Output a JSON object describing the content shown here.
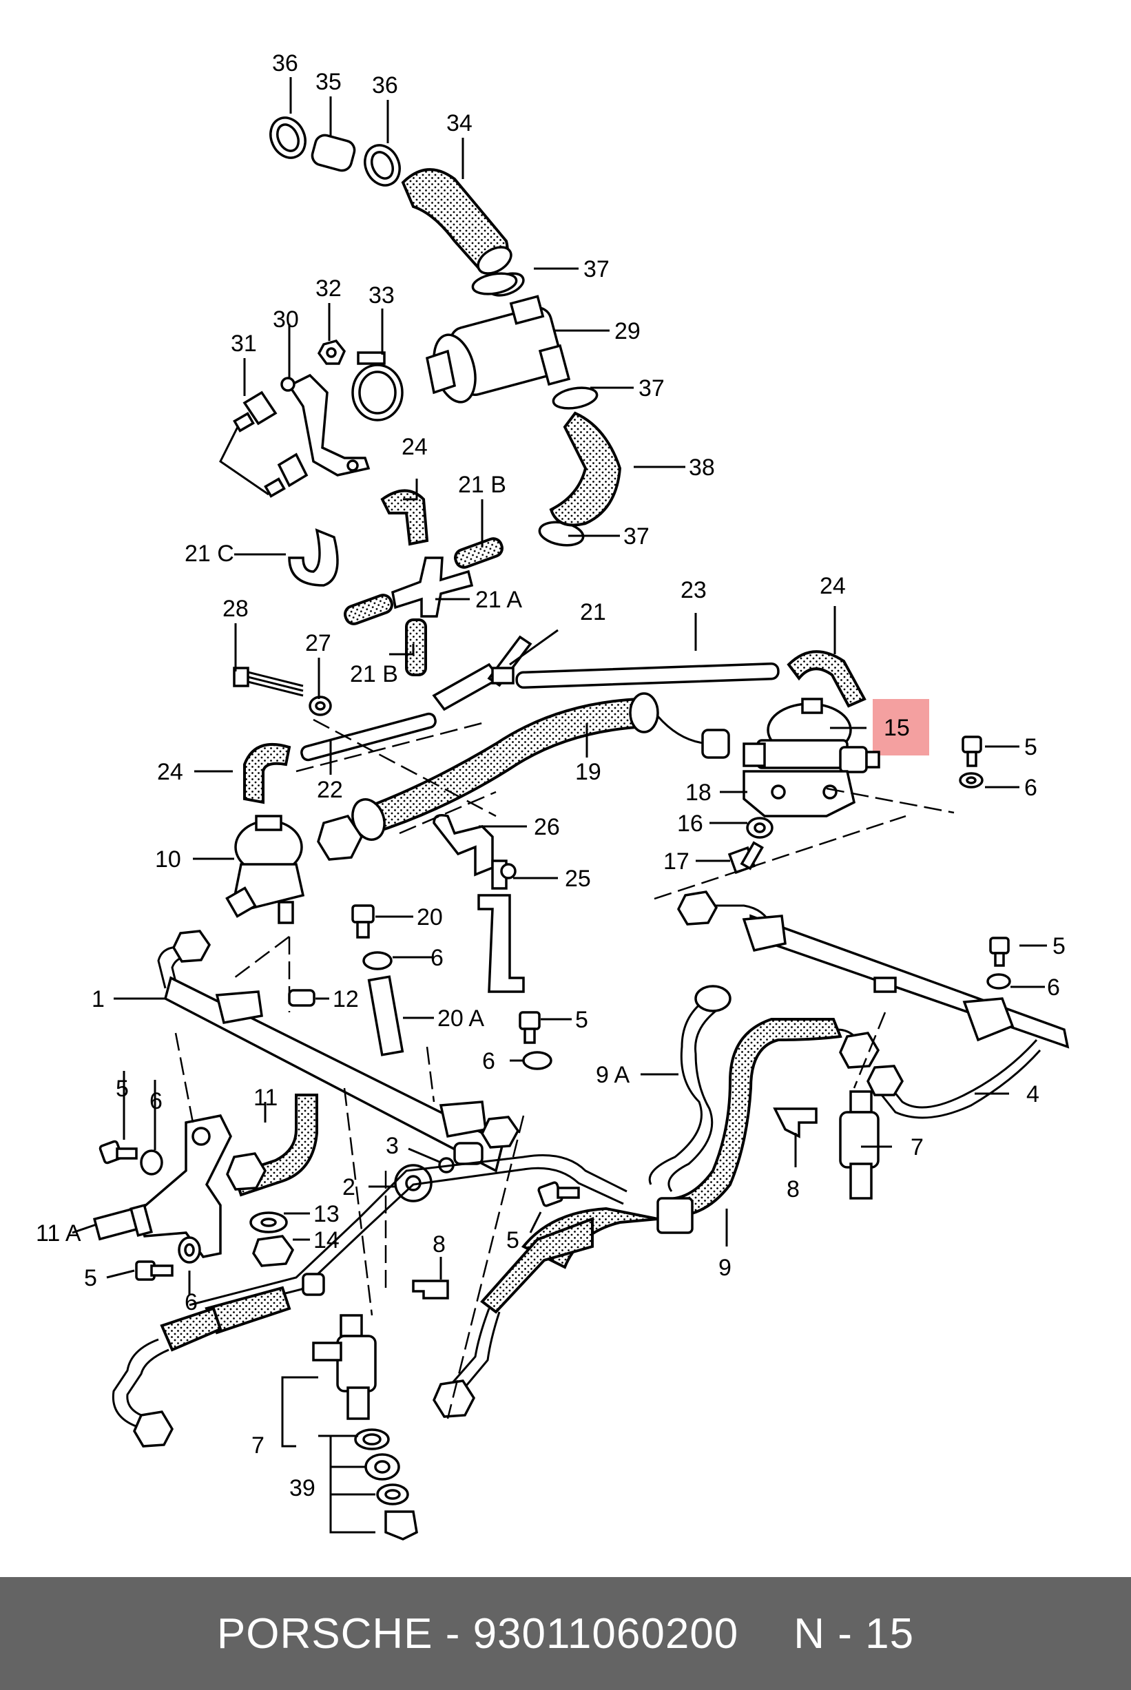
{
  "labels": {
    "l36a": "36",
    "l35": "35",
    "l36b": "36",
    "l34": "34",
    "l37a": "37",
    "l32": "32",
    "l33": "33",
    "l30": "30",
    "l31": "31",
    "l29": "29",
    "l37b": "37",
    "l24a": "24",
    "l21B_top": "21 B",
    "l38": "38",
    "l37c": "37",
    "l21C": "21 C",
    "l21A": "21 A",
    "l28": "28",
    "l27": "27",
    "l21": "21",
    "l23": "23",
    "l24b": "24",
    "l21B_bot": "21 B",
    "l15": "15",
    "l24c": "24",
    "l22": "22",
    "l19": "19",
    "l5a": "5",
    "l6a": "6",
    "l18": "18",
    "l16": "16",
    "l26": "26",
    "l10": "10",
    "l17": "17",
    "l25": "25",
    "l20": "20",
    "l6b": "6",
    "l5b": "5",
    "l6c": "6",
    "l1": "1",
    "l12": "12",
    "l20A": "20 A",
    "l5c": "5",
    "l9A": "9 A",
    "l6d": "6",
    "l4": "4",
    "l5d": "5",
    "l6e": "6",
    "l11": "11",
    "l7a": "7",
    "l3": "3",
    "l8a": "8",
    "l2": "2",
    "l13": "13",
    "l11A": "11 A",
    "l14": "14",
    "l5e": "5",
    "l9": "9",
    "l5f": "5",
    "l6f": "6",
    "l8b": "8",
    "l7b": "7",
    "l39": "39"
  },
  "highlight": {
    "label": "15",
    "color": "#f4a0a0"
  },
  "footer": {
    "brand": "PORSCHE - 93011060200",
    "page": "N - 15"
  },
  "colors": {
    "footer_bg": "#646464",
    "footer_text": "#ffffff",
    "highlight": "#f4a0a0"
  }
}
